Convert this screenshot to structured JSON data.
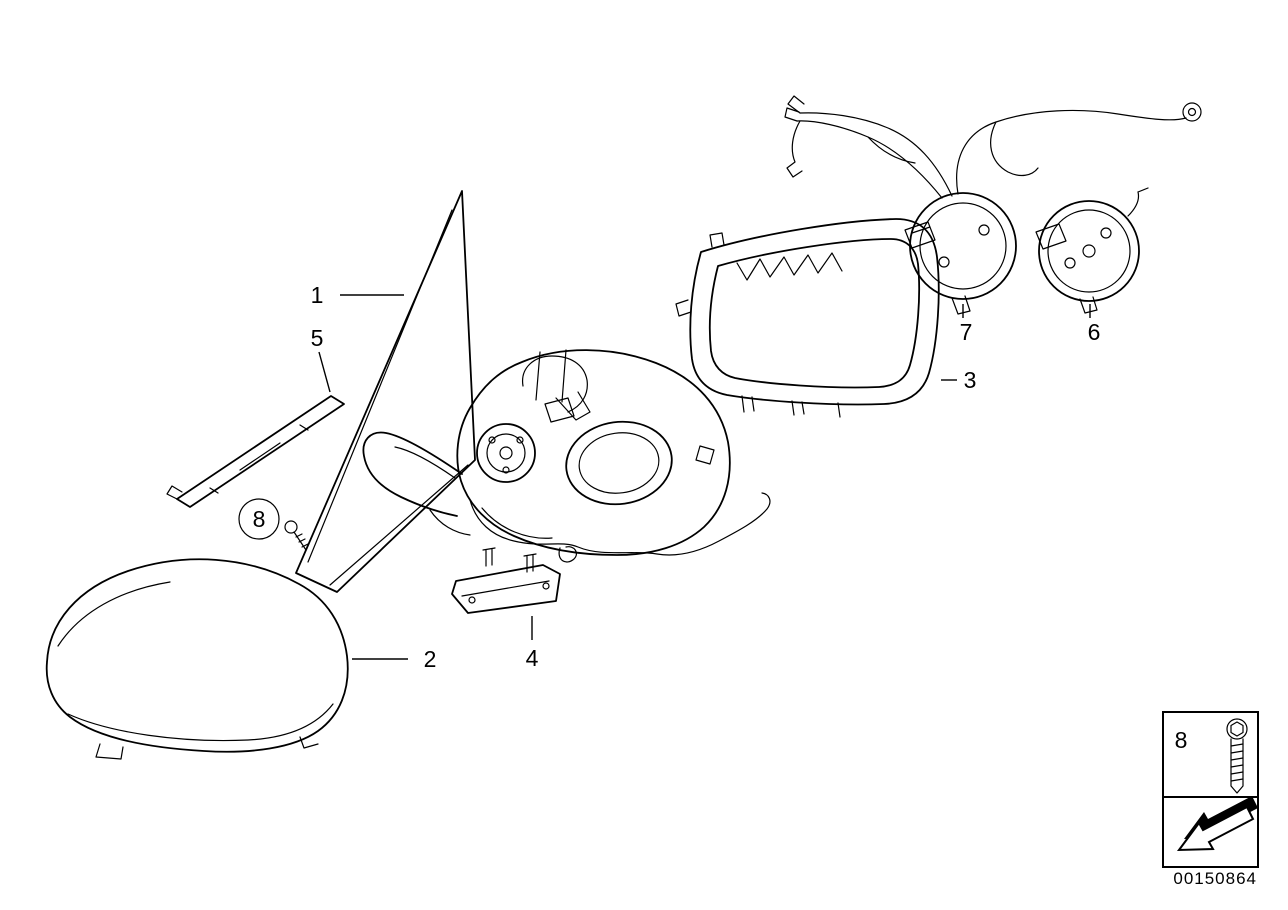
{
  "doc_number": "00150864",
  "callouts": [
    {
      "part": "mirror-glass",
      "label": "1"
    },
    {
      "part": "mirror-cap",
      "label": "2"
    },
    {
      "part": "housing-frame",
      "label": "3"
    },
    {
      "part": "lower-cover",
      "label": "4"
    },
    {
      "part": "clamping-strip",
      "label": "5"
    },
    {
      "part": "drive-unit-right",
      "label": "6"
    },
    {
      "part": "drive-unit-left-with-harness",
      "label": "7"
    },
    {
      "part": "screw",
      "label": "8"
    }
  ],
  "legend": {
    "item_label": "8",
    "item_icon": "screw-icon",
    "stamp_icon": "direction-arrow-icon"
  }
}
